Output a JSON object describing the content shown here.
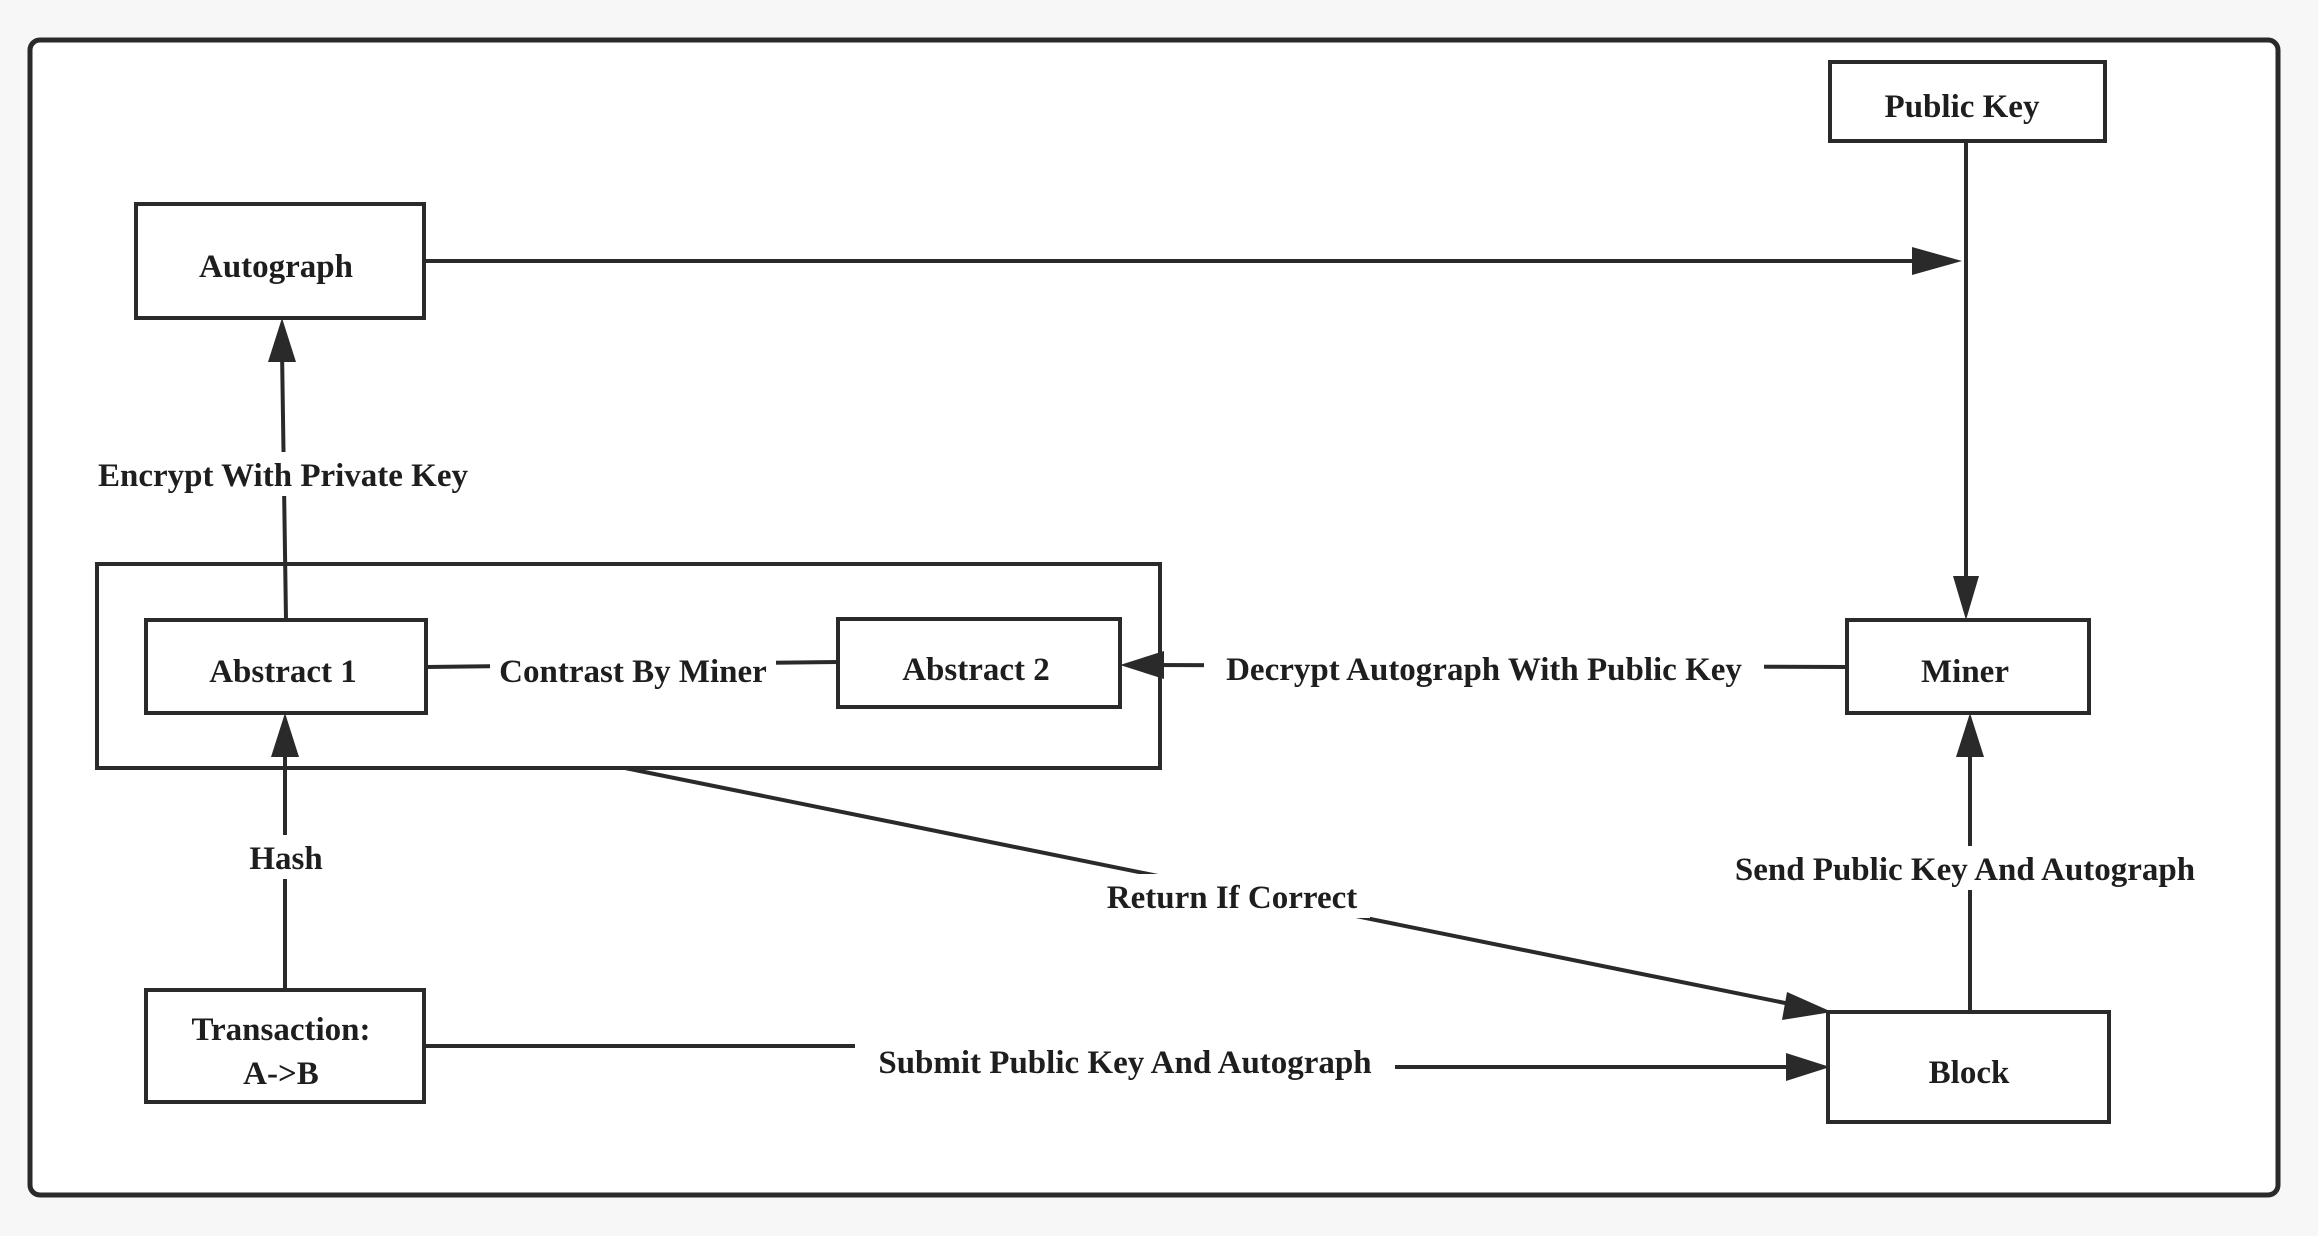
{
  "nodes": {
    "public_key": "Public Key",
    "autograph": "Autograph",
    "abstract1": "Abstract 1",
    "abstract2": "Abstract 2",
    "miner": "Miner",
    "transaction_line1": "Transaction:",
    "transaction_line2": "A->B",
    "block": "Block"
  },
  "edges": {
    "encrypt": "Encrypt With Private Key",
    "contrast": "Contrast By Miner",
    "decrypt": "Decrypt Autograph With Public Key",
    "hash": "Hash",
    "return": "Return If Correct",
    "send": "Send Public Key And Autograph",
    "submit": "Submit Public Key And Autograph"
  }
}
